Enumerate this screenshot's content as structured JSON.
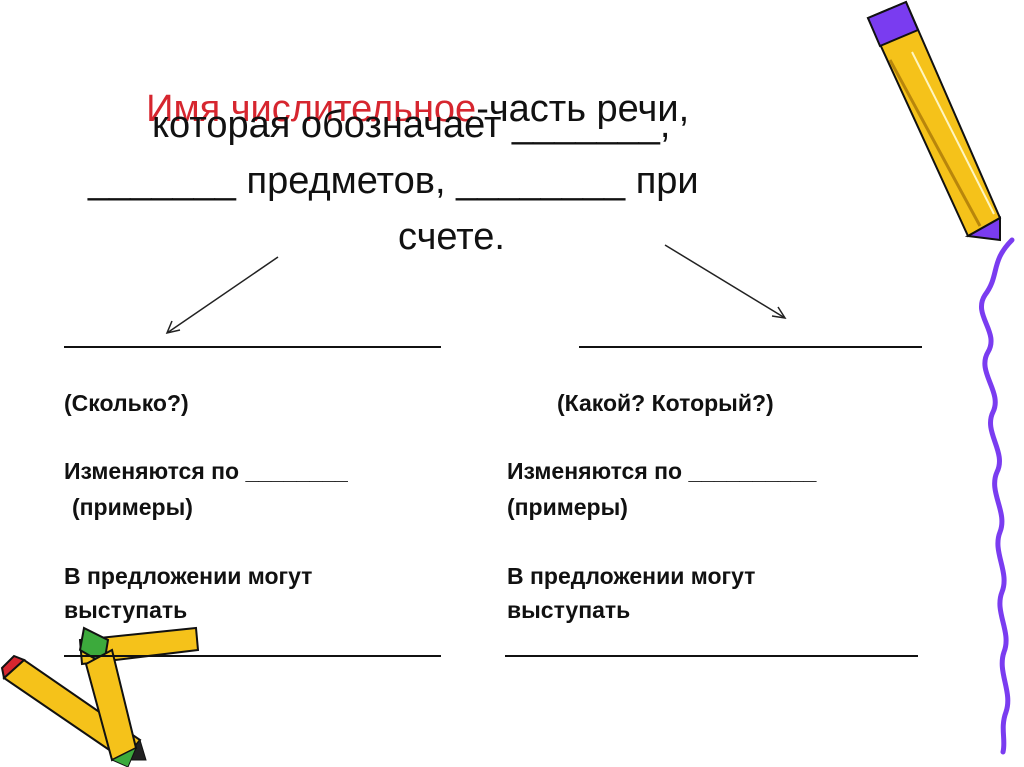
{
  "colors": {
    "title_accent": "#d6262f",
    "text": "#111111"
  },
  "title": {
    "line1_red": "Имя числительное",
    "line1_rest": "-часть речи,",
    "line2": "которая обозначает _______,",
    "line3": "_______ предметов, ________ при",
    "line4": "счете."
  },
  "left": {
    "question": "(Сколько?)",
    "changes": "Изменяются по ________",
    "examples": "(примеры)",
    "role1": "В предложении могут",
    "role2": "выступать"
  },
  "right": {
    "question": "(Какой? Который?)",
    "changes": "Изменяются по __________",
    "examples": "(примеры)",
    "role1": "В предложении могут",
    "role2": "выступать"
  },
  "icons": [
    "pencil-icon",
    "purple-squiggle-line",
    "crossed-pencils-icon",
    "arrow-left-down",
    "arrow-right-down"
  ]
}
